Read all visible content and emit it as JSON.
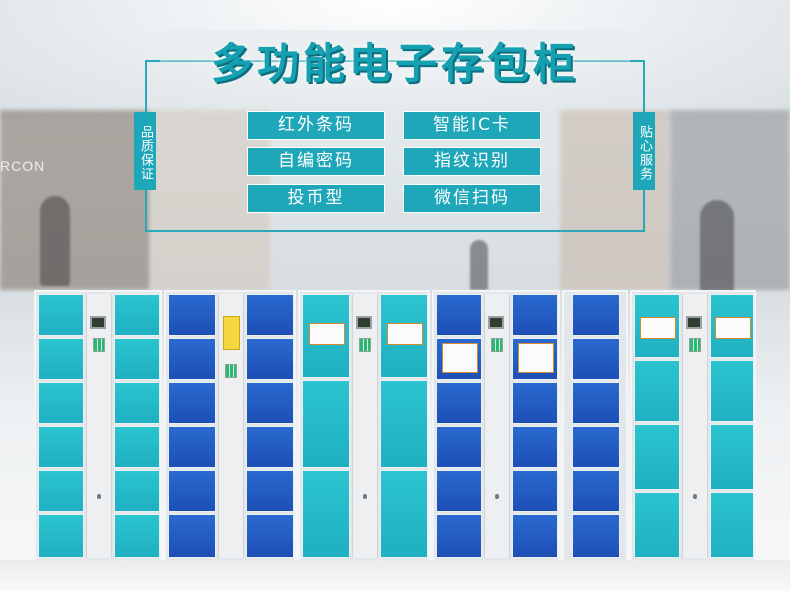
{
  "title": "多功能电子存包柜",
  "left_tag": "品质保证",
  "right_tag": "贴心服务",
  "features": [
    "红外条码",
    "智能IC卡",
    "自编密码",
    "指纹识别",
    "投币型",
    "微信扫码"
  ],
  "colors": {
    "teal": "#1ea7b9",
    "title_teal": "#16a1b3",
    "locker_teal": "#2bc4cf",
    "locker_blue": "#2a6ad0"
  },
  "mall_sign": "RCON"
}
